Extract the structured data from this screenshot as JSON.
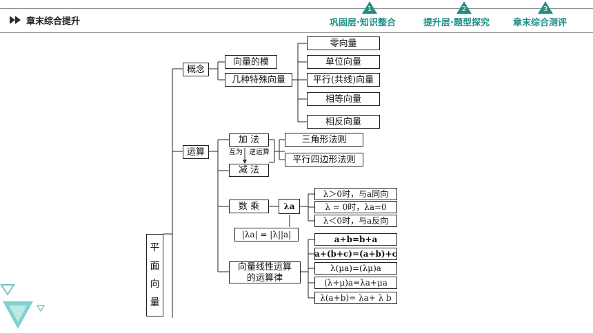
{
  "header": {
    "chapter_title": "章末综合提升",
    "tabs": [
      {
        "number": "1",
        "label": "巩固层·知识整合"
      },
      {
        "number": "2",
        "label": "提升层·题型探究"
      },
      {
        "number": "3",
        "label": "章末综合测评"
      }
    ]
  },
  "diagram": {
    "root": [
      "平",
      "面",
      "向",
      "量"
    ],
    "concept": {
      "label": "概念",
      "children": [
        "向量的模",
        "几种特殊向量"
      ],
      "special_vectors": [
        "零向量",
        "单位向量",
        "平行(共线)向量",
        "相等向量",
        "相反向量"
      ]
    },
    "operations": {
      "label": "运算",
      "addition": "加  法",
      "inverse_note_1": "互为",
      "inverse_note_2": "逆运算",
      "subtraction": "减  法",
      "add_rules": [
        "三角形法则",
        "平行四边形法则"
      ],
      "scalar_mult": "数  乘",
      "lambda_a": "λa",
      "lambda_cases": [
        "λ＞0时，与a同向",
        "λ = 0时，λa=0",
        "λ＜0时，与a反向"
      ],
      "modulus_rule": "|λa| = |λ||a|",
      "laws_label_1": "向量线性运算",
      "laws_label_2": "的运算律",
      "laws": [
        "a+b=b+a",
        "a+(b+c)=(a+b)+c",
        "λ(μa)=(λμ)a",
        "(λ+μ)a=λa+μa",
        "λ(a+b)= λa+ λ b"
      ]
    }
  },
  "colors": {
    "accent": "#1f8f86",
    "marker": "#1f8f86",
    "arrow": "#2c2c2c"
  }
}
